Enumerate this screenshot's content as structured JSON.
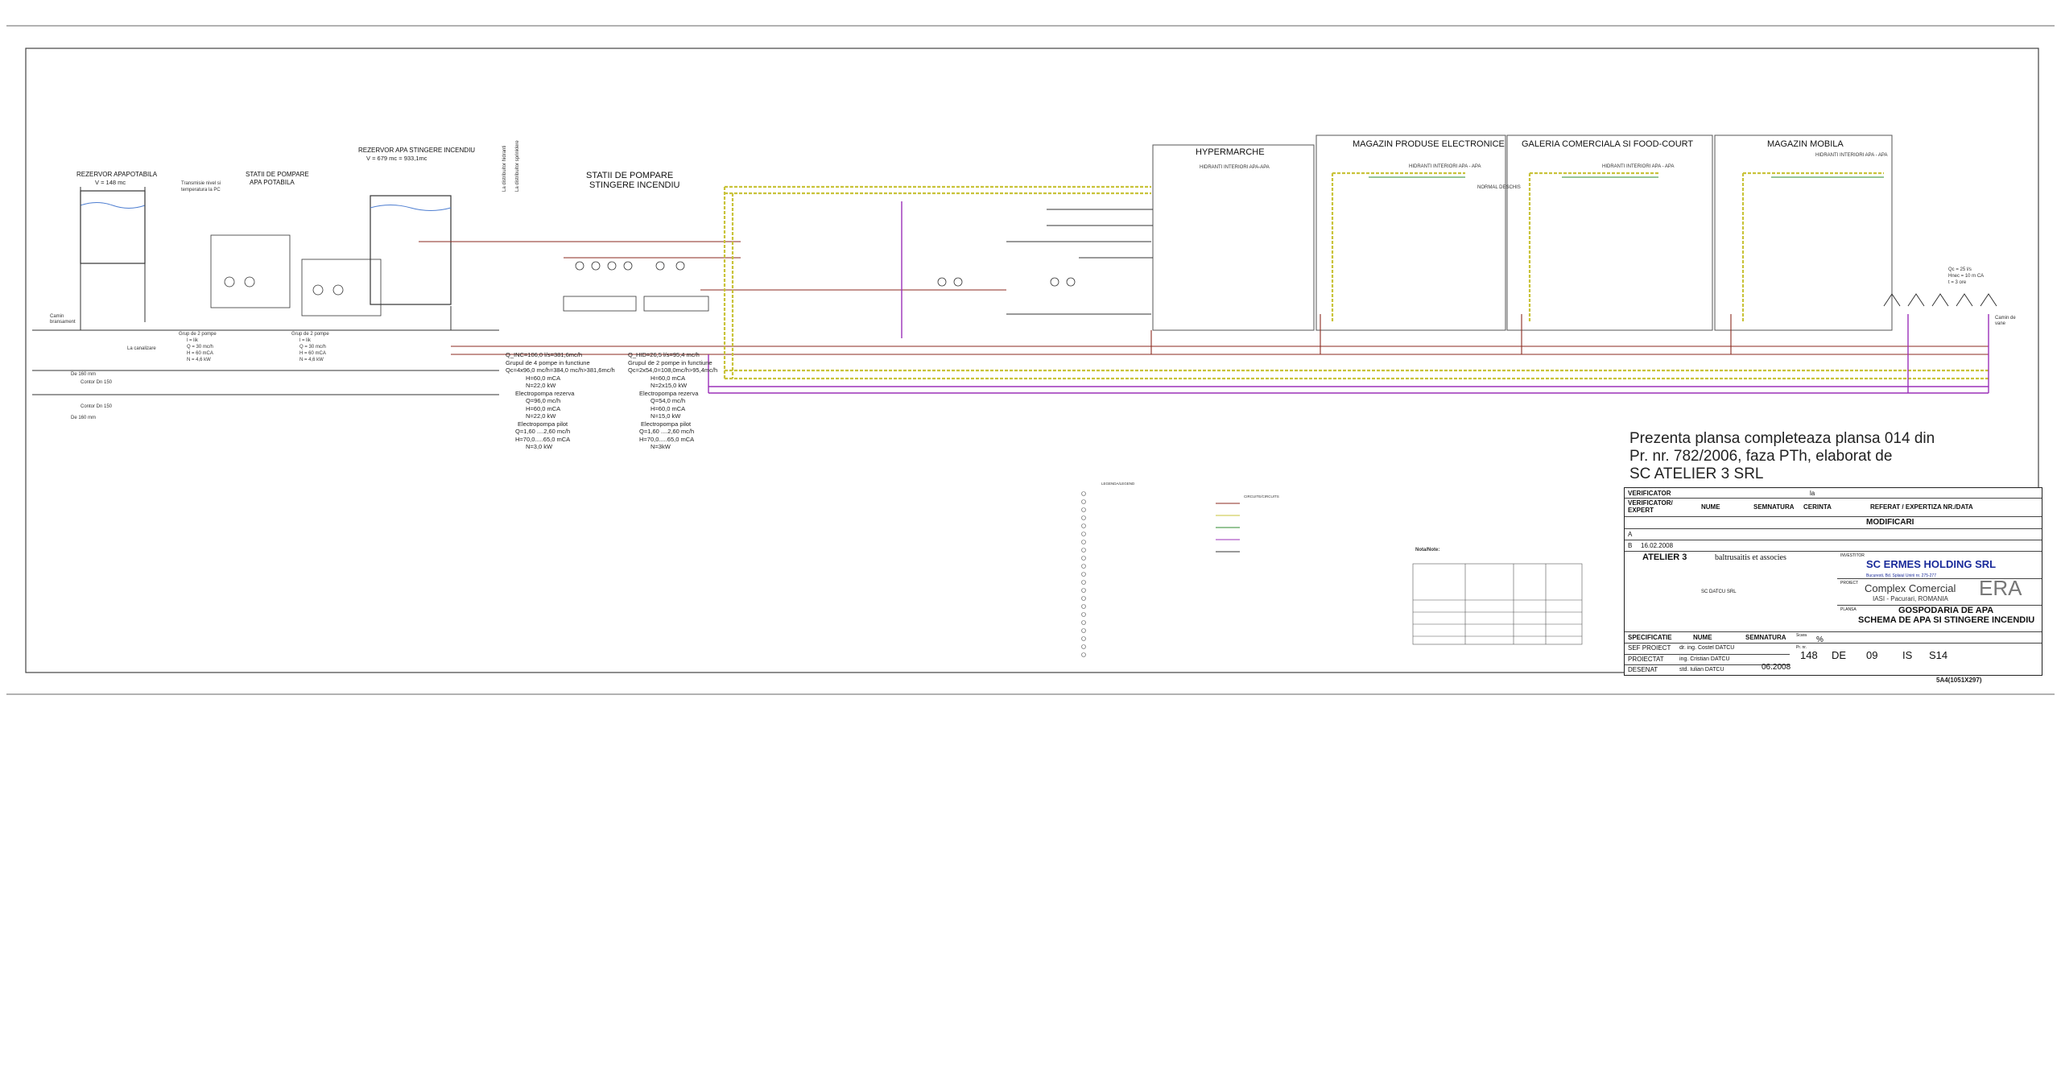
{
  "drawing": {
    "sections": {
      "rezervor_apa_potabila": "REZERVOR APAPOTABILA",
      "rezervor_volume": "V = 148 mc",
      "statii_pompare_potabila": [
        "STATII DE POMPARE",
        "APA POTABILA"
      ],
      "rezervor_incendiu": "REZERVOR APA STINGERE INCENDIU",
      "rezervor_incendiu_volume": "V = 679 mc = 933,1mc",
      "statii_pompare_incendiu": [
        "STATII DE POMPARE",
        "STINGERE INCENDIU"
      ],
      "hypermarche": "HYPERMARCHE",
      "magazin_electronice": "MAGAZIN PRODUSE ELECTRONICE",
      "galeria_comerciala": "GALERIA COMERCIALA SI FOOD-COURT",
      "magazin_mobila": "MAGAZIN MOBILA"
    },
    "hidranti_labels": [
      "HIDRANTI INTERIORI APA-APA",
      "HIDRANTI INTERIORI APA - APA",
      "HIDRANTI INTERIORI APA - APA",
      "HIDRANTI INTERIORI APA - APA"
    ],
    "normal_deschis": "NORMAL DESCHIS",
    "transmisie": [
      "Transmisie nivel si",
      "temperatura la PC"
    ],
    "distribuitor_labels": [
      "La distribuitor hidranti",
      "La distribuitor sprinklere"
    ],
    "pump_groups": [
      {
        "title": "Grup de 2 pompe",
        "lines": [
          "l = lik",
          "Q = 30 mc/h",
          "H = 60 mCA",
          "N = 4,6 kW"
        ]
      },
      {
        "title": "Grup de 2 pompe",
        "lines": [
          "l = lik",
          "Q = 30 mc/h",
          "H = 60 mCA",
          "N = 4,6 kW"
        ]
      }
    ],
    "pump_spec_left": [
      "Q_INC=106,0 l/s=381,6mc/h",
      "Grupul de 4 pompe in functiune",
      "Qc=4x96,0 mc/h=384,0 mc/h>381,6mc/h",
      "H=60,0 mCA",
      "N=22,0 kW",
      "Electropompa rezerva",
      "Q=96,0 mc/h",
      "H=60,0 mCA",
      "N=22,0 kW",
      "Electropompa pilot",
      "Q=1,60 ....2,60 mc/h",
      "H=70,0.....65,0 mCA",
      "N=3,0 kW"
    ],
    "pump_spec_right": [
      "Q_HID=26,5 l/s=95,4 mc/h",
      "Grupul de 2 pompe in functiune",
      "Qc=2x54,0=108,0mc/h>95,4mc/h",
      "H=60,0 mCA",
      "N=2x15,0 kW",
      "Electropompa rezerva",
      "Q=54,0 mc/h",
      "H=60,0 mCA",
      "N=15,0 kW",
      "Electropompa pilot",
      "Q=1,60 ....2,60 mc/h",
      "H=70,0.....65,0 mCA",
      "N=3kW"
    ],
    "camin_bransament": "Camin bransament",
    "camin_vane": "Camin de vane",
    "conduct_labels": [
      "De 160 mm",
      "Contor Dn 150",
      "Contor Dn 150",
      "De 160 mm"
    ],
    "la_canalizare": "La canalizare",
    "right_spec": [
      "Qc = 25 l/s",
      "Hnec = 10 m CA",
      "t = 3 ore"
    ],
    "legend_title": "LEGENDA/LEGEND",
    "legend_title_2": "CIRCUITE/CIRCUITS",
    "nota_title": "Nota/Note:"
  },
  "note": {
    "lines": [
      "Prezenta plansa completeaza  plansa 014 din",
      "Pr. nr. 782/2006, faza PTh, elaborat de",
      "SC ATELIER 3 SRL"
    ]
  },
  "title_block": {
    "verificator": "VERIFICATOR",
    "verificator_expert": "VERIFICATOR/ EXPERT",
    "nume": "NUME",
    "semnatura": "SEMNATURA",
    "cerinta": "CERINTA",
    "referat": "REFERAT / EXPERTIZA  NR./DATA",
    "la": "la",
    "modificari": "MODIFICARI",
    "rev_a": "A",
    "rev_b": "B",
    "rev_b_date": "16.02.2008",
    "atelier": "ATELIER 3",
    "baltrusaitis": "baltrusaitis et associes",
    "investitor_label": "INVESTITOR",
    "investitor": "SC ERMES HOLDING SRL",
    "investitor_addr": "Bucuresti, Bd. Splaiul Unirii nr. 275-277",
    "proiect_label": "PROIECT",
    "proiect": "Complex Comercial",
    "proiect_loc": "IASI - Pacurari, ROMANIA",
    "era": "ERA",
    "datcu": "SC DATCU SRL",
    "plansa_label": "PLANSA",
    "plansa_title_1": "GOSPODARIA DE APA",
    "plansa_title_2": "SCHEMA DE APA SI STINGERE INCENDIU",
    "specificatie": "SPECIFICATIE",
    "nume2": "NUME",
    "semnatura2": "SEMNATURA",
    "scara": "Scara",
    "scara_val": "%",
    "sef_proiect": "SEF PROIECT",
    "sef_proiect_nume": "dr. ing. Costel DATCU",
    "proiectat": "PROIECTAT",
    "proiectat_nume": "ing. Cristian DATCU",
    "desenat": "DESENAT",
    "desenat_nume": "std. Iulian DATCU",
    "data": "06.2008",
    "proiect_nr_label": "Pr. nr.",
    "proiect_nr": "148",
    "de": "DE",
    "faza": "09",
    "is": "IS",
    "plansa_nr": "S14",
    "format": "5A4(1051X297)"
  },
  "colors": {
    "line": "#333333",
    "brown": "#8b2a1f",
    "yellow": "#c9c33a",
    "purple": "#9b30b8",
    "green": "#2e8b2e",
    "cyan": "#2aa3a3",
    "navy": "#1a2b9a"
  }
}
